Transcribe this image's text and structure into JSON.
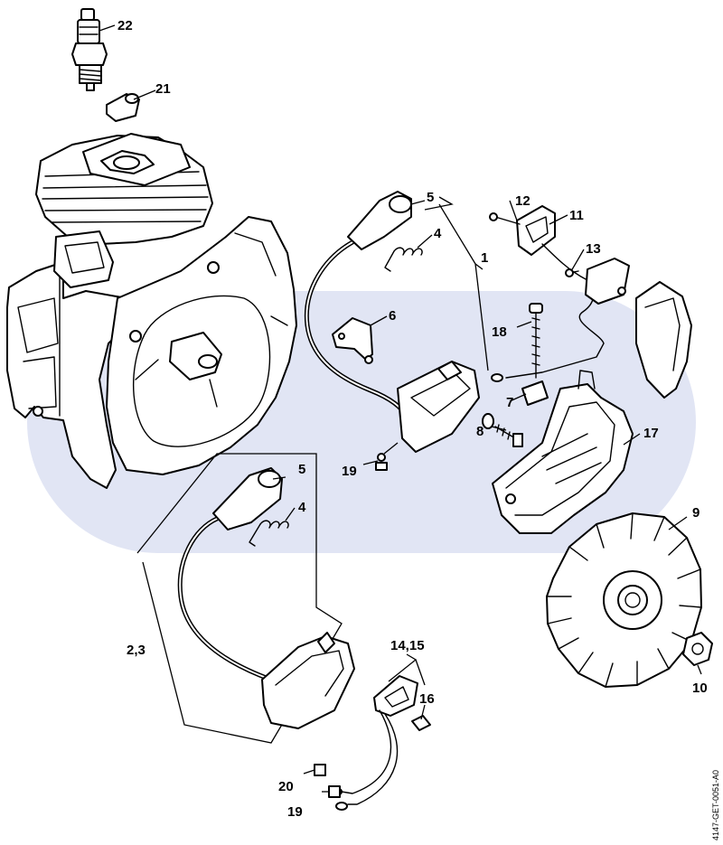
{
  "diagram": {
    "drawing_code": "4147-GET-0051-A0",
    "watermark_color": "#cfd5ee",
    "line_color": "#000000",
    "callouts": {
      "c22": "22",
      "c21": "21",
      "c5a": "5",
      "c4a": "4",
      "c1": "1",
      "c6": "6",
      "c12": "12",
      "c11": "11",
      "c13": "13",
      "c18": "18",
      "c7": "7",
      "c8": "8",
      "c17": "17",
      "c19a": "19",
      "c5b": "5",
      "c4b": "4",
      "c23": "2,3",
      "c9": "9",
      "c10": "10",
      "c1415": "14,15",
      "c16": "16",
      "c20": "20",
      "c19b": "19"
    }
  }
}
